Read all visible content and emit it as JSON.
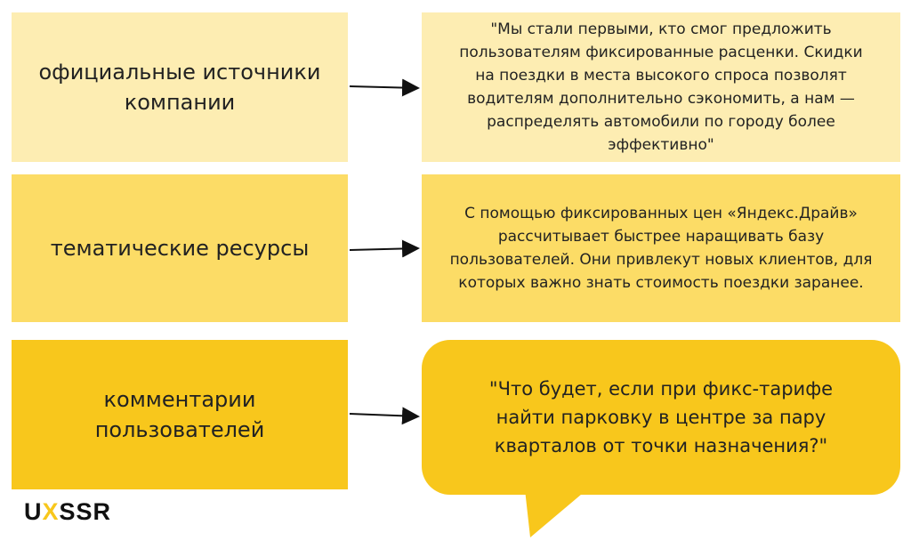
{
  "rows": [
    {
      "source": "официальные источники компании",
      "quote": "\"Мы стали первыми, кто смог предложить пользователям фиксированные расценки. Скидки на поездки в места высокого спроса позволят водителям дополнительно сэкономить, а нам — распределять автомобили по городу более эффективно\""
    },
    {
      "source": "тематические ресурсы",
      "quote": "С помощью фиксированных цен «Яндекс.Драйв» рассчитывает быстрее наращивать базу пользователей. Они привлекут новых клиентов, для которых важно знать стоимость поездки заранее."
    },
    {
      "source": "комментарии пользователей",
      "quote": "\"Что будет, если при фикс-тарифе найти парковку в центре за пару кварталов от точки назначения?\""
    }
  ],
  "logo": {
    "pre": "U",
    "x": "X",
    "post": "SSR"
  },
  "colors": {
    "light": "#fdedb2",
    "medium": "#fcdc66",
    "dark": "#f8c71c"
  }
}
